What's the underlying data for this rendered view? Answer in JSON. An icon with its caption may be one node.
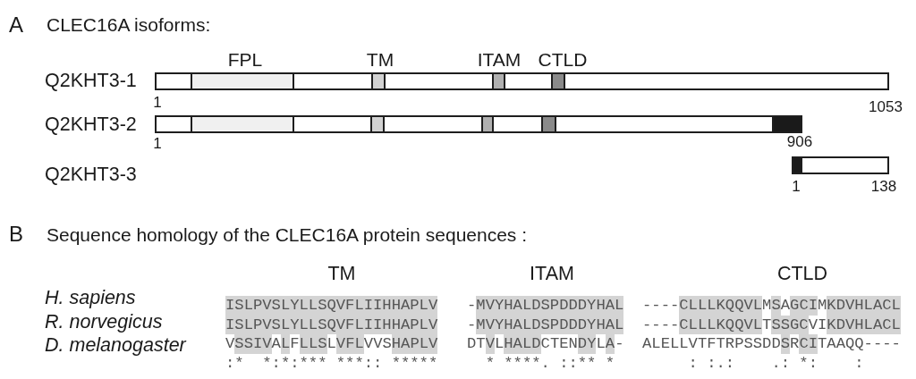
{
  "diagram": {
    "nodes": [
      {
        "text": [],
        "shape": "bar",
        "beside": [
          "Q2KHT3-1",
          "1",
          "1053"
        ]
      },
      {
        "text": [],
        "shape": "box",
        "in": 0,
        "beside": [
          "FPL"
        ]
      },
      {
        "text": [],
        "shape": "box",
        "in": 0,
        "beside": [
          "TM"
        ]
      },
      {
        "text": [],
        "shape": "box",
        "in": 0,
        "beside": [
          "ITAM"
        ]
      },
      {
        "text": [],
        "shape": "box",
        "in": 0,
        "beside": [
          "CTLD"
        ]
      },
      {
        "text": [],
        "shape": "bar",
        "beside": [
          "Q2KHT3-2",
          "1",
          "906"
        ]
      },
      {
        "text": [],
        "shape": "box",
        "in": 5
      },
      {
        "text": [],
        "shape": "box",
        "in": 5
      },
      {
        "text": [],
        "shape": "box",
        "in": 5
      },
      {
        "text": [],
        "shape": "box",
        "in": 5
      },
      {
        "text": [],
        "shape": "box",
        "in": 5
      },
      {
        "text": [],
        "shape": "bar",
        "beside": [
          "1",
          "138"
        ]
      },
      {
        "text": [],
        "shape": "box",
        "in": 11
      }
    ],
    "labels": [
      "A",
      "CLEC16A isoforms:",
      "Q2KHT3-3",
      "B",
      "Sequence homology of the CLEC16A protein sequences :",
      "TM",
      "ITAM",
      "CTLD",
      "H. sapiens",
      "ISLPVSLYLLSQVFLIIHHAPLV",
      "-MVYHALDSPDDDYHAL",
      "----CLLLKQQVLMSAGCIMKDVHLACL",
      "R. norvegicus",
      "ISLPVSLYLLSQVFLIIHHAPLV",
      "-MVYHALDSPDDDYHAL",
      "----CLLLKQQVLTSSGCVIKDVHLACL",
      "D. melanogaster",
      "VSSIVALFLLSLVFLVVSHAPLV",
      "DTVLHALDCTENDYLA-",
      "ALELLVTFTRPSSDDSRCITAAQQ----",
      ":*  *:*:*** ***:: *****",
      "  * ****. ::** *",
      "     : :.:    .: *:    :"
    ]
  }
}
